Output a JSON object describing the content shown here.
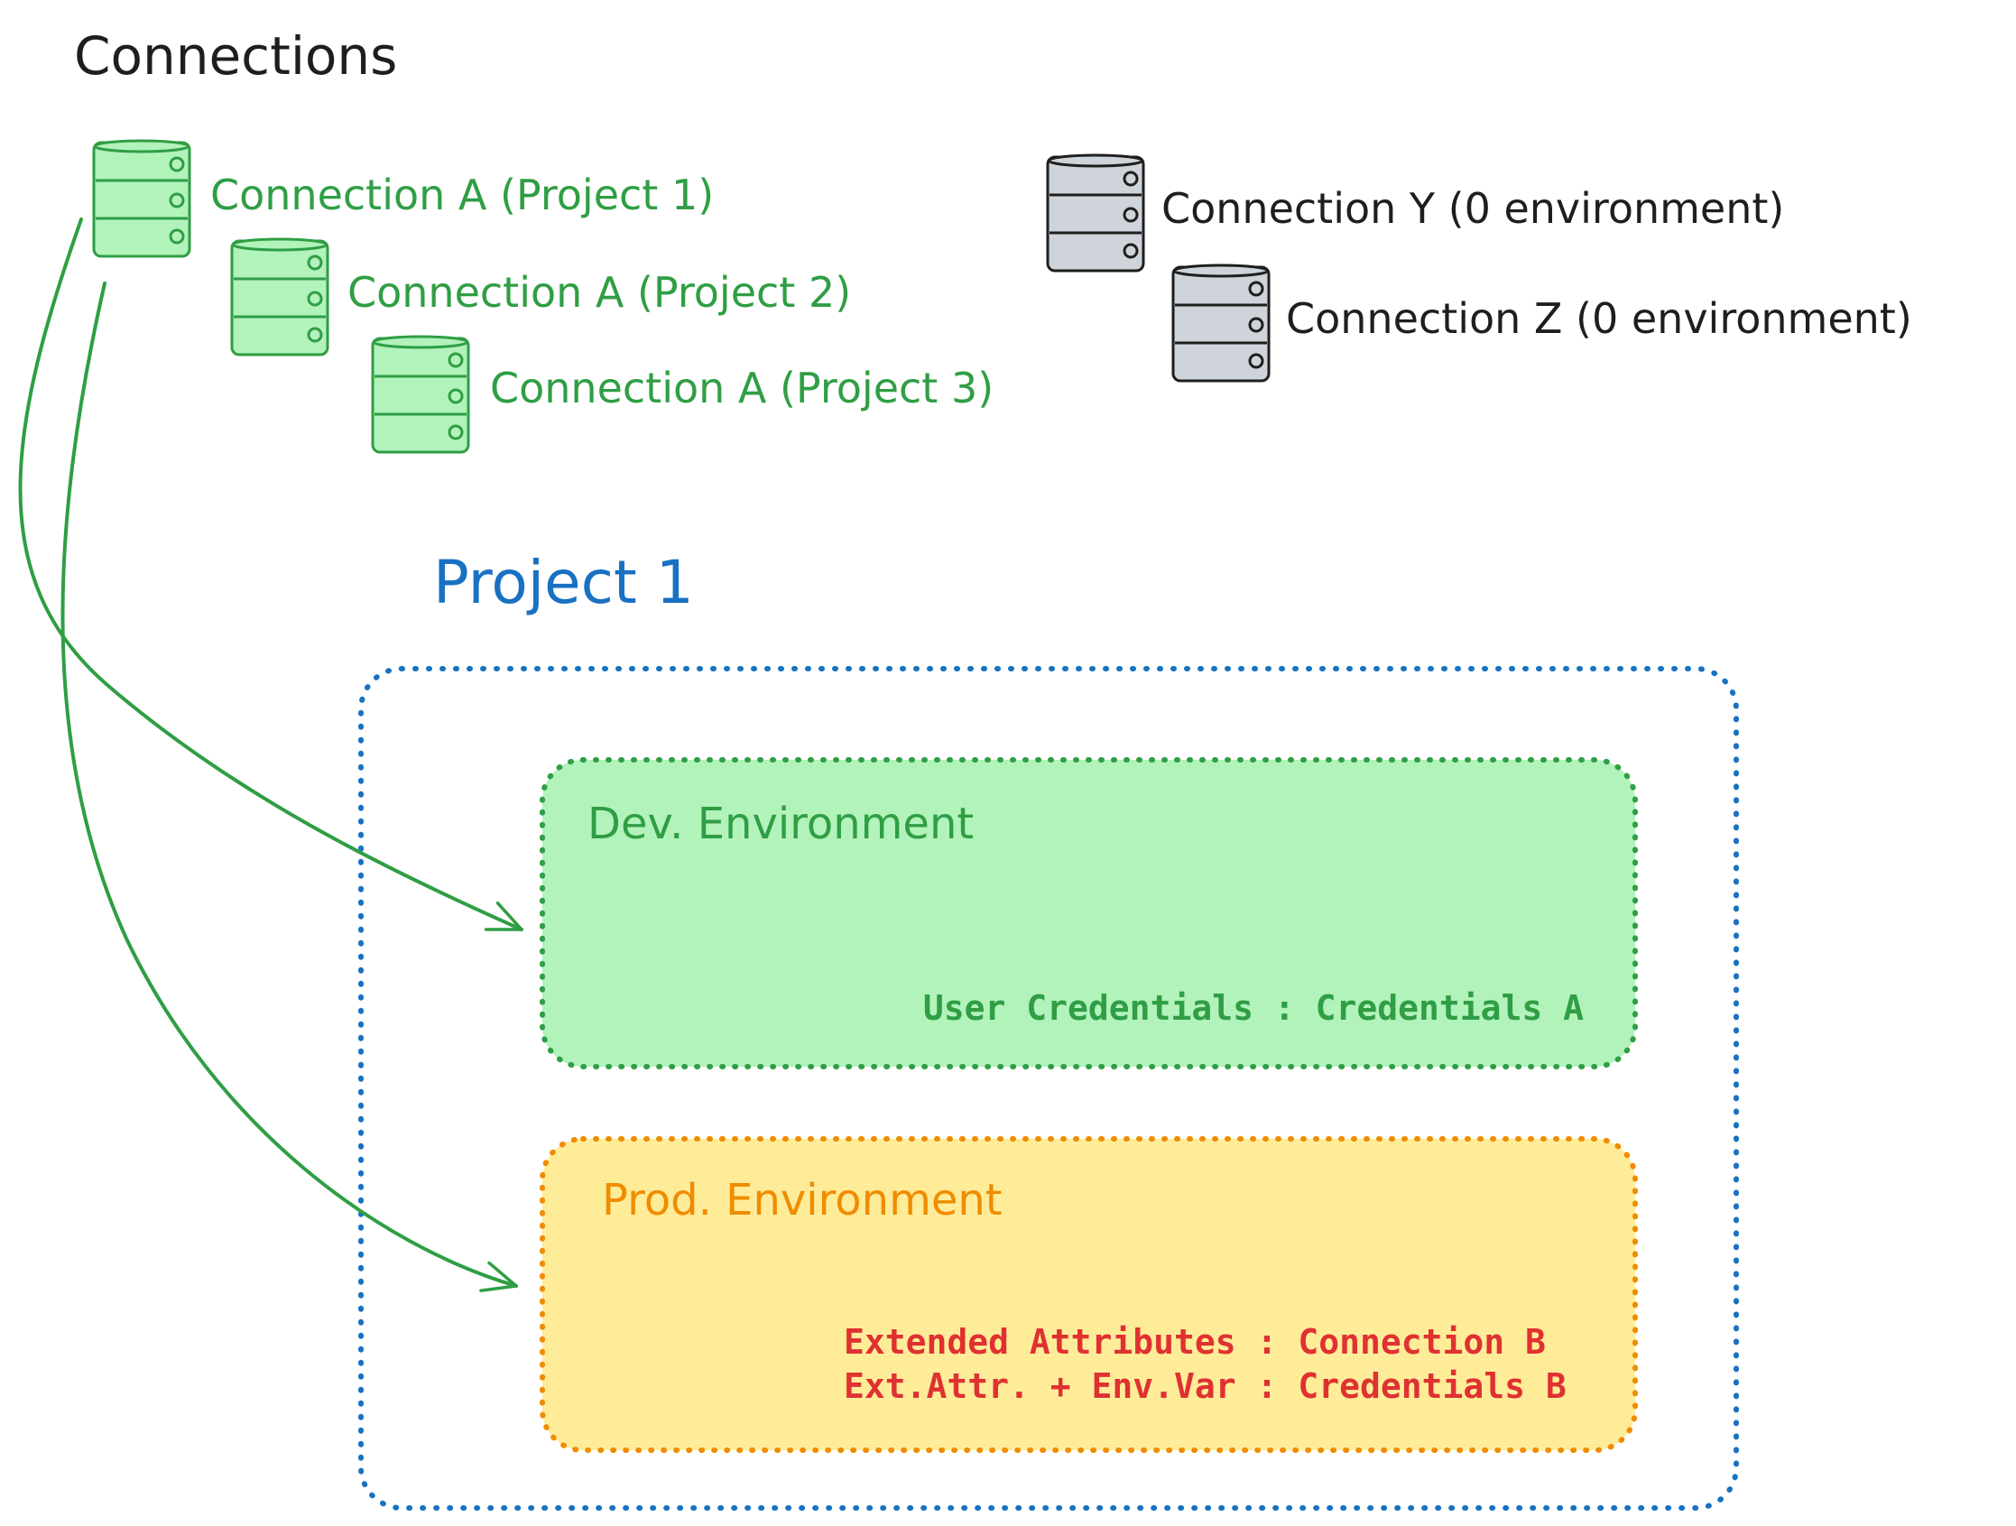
{
  "title": "Connections",
  "colors": {
    "green_stroke": "#2f9e44",
    "green_fill": "#b2f2bb",
    "gray_stroke": "#1e1e1e",
    "gray_fill": "#ced4da",
    "blue": "#1971c2",
    "orange": "#f08c00",
    "yellow_fill": "#ffec99",
    "red": "#e03131",
    "black": "#1e1e1e"
  },
  "connections_active": [
    {
      "label": "Connection A (Project 1)",
      "icon": "database-icon"
    },
    {
      "label": "Connection A (Project 2)",
      "icon": "database-icon"
    },
    {
      "label": "Connection A (Project 3)",
      "icon": "database-icon"
    }
  ],
  "connections_inactive": [
    {
      "label": "Connection Y (0 environment)",
      "icon": "database-icon"
    },
    {
      "label": "Connection Z (0 environment)",
      "icon": "database-icon"
    }
  ],
  "project": {
    "title": "Project 1",
    "environments": [
      {
        "name": "Dev. Environment",
        "lines": [
          "User Credentials : Credentials A"
        ]
      },
      {
        "name": "Prod. Environment",
        "lines": [
          "Extended Attributes : Connection B",
          "Ext.Attr. + Env.Var : Credentials B"
        ]
      }
    ]
  }
}
